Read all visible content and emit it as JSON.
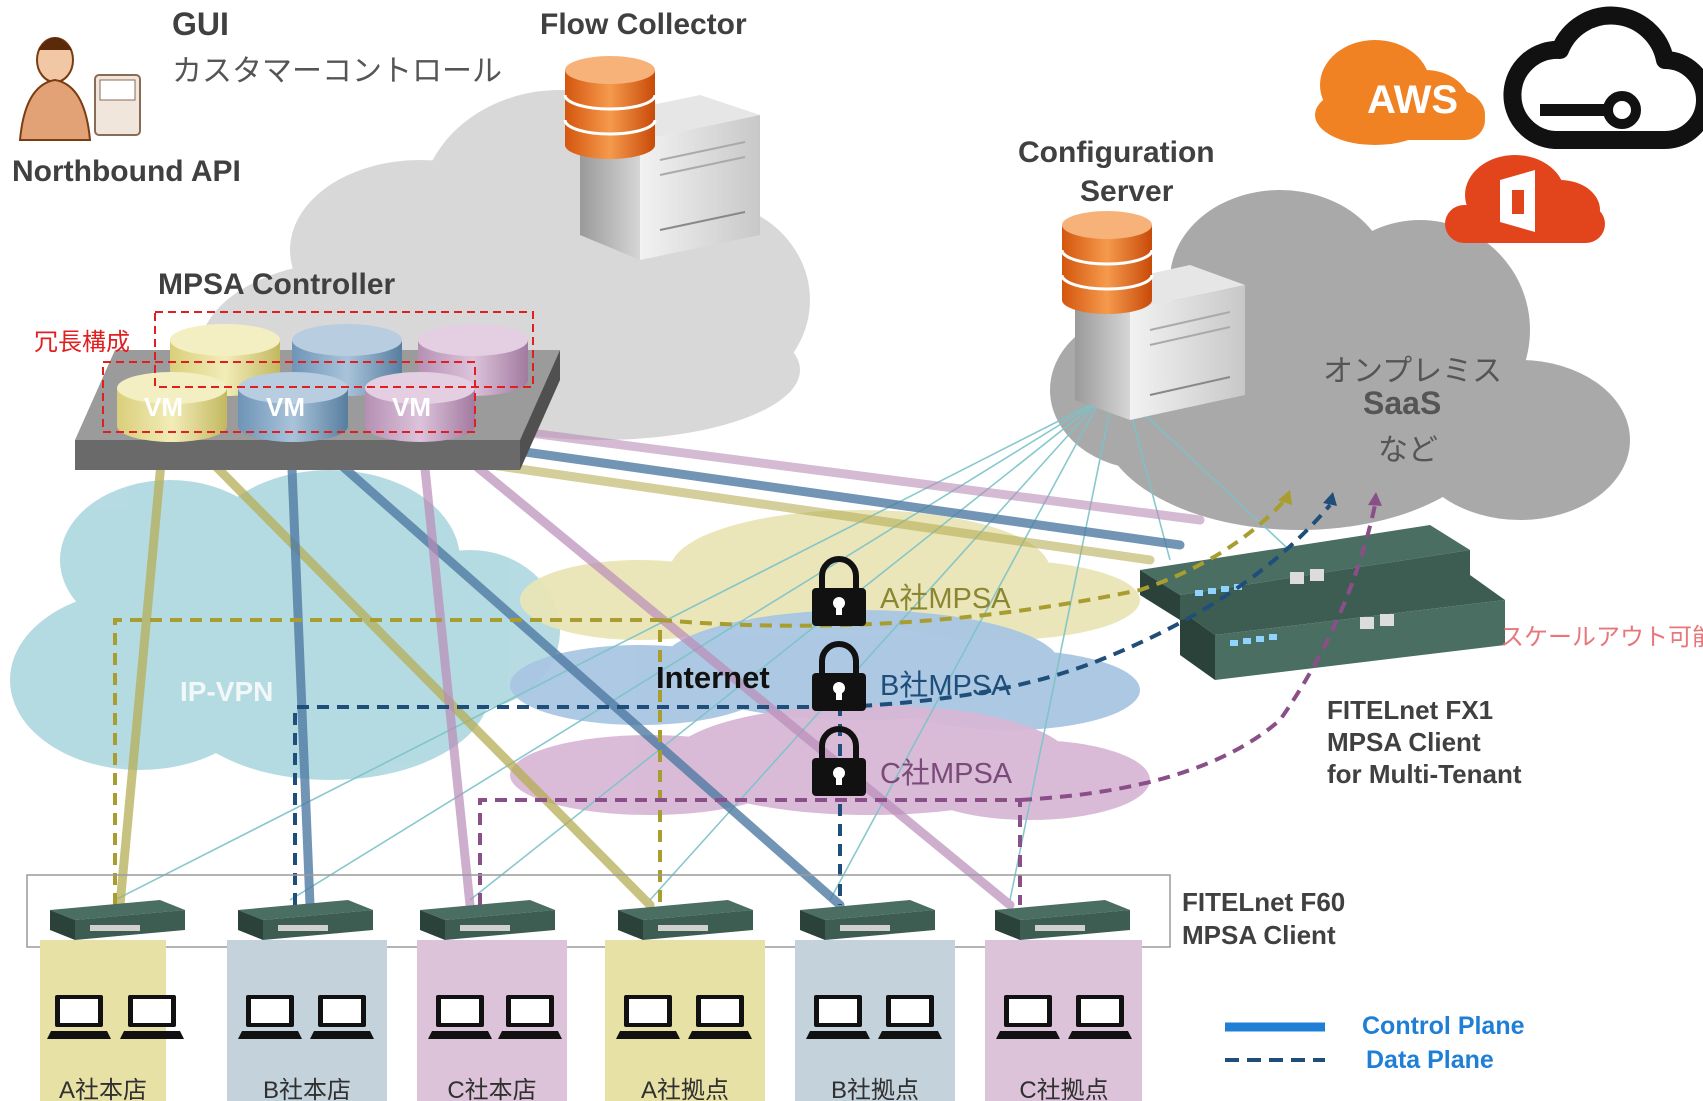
{
  "gui": {
    "title": "GUI",
    "subtitle": "カスタマーコントロール",
    "api": "Northbound API"
  },
  "flow_collector": {
    "label": "Flow Collector"
  },
  "config_server": {
    "line1": "Configuration",
    "line2": "Server"
  },
  "cloud_services": {
    "aws": "AWS"
  },
  "saas_cloud": {
    "line1": "オンプレミス",
    "line2": "SaaS",
    "line3": "など"
  },
  "controller": {
    "title": "MPSA Controller",
    "redundancy": "冗長構成",
    "vm_label": "VM"
  },
  "ipvpn": {
    "label": "IP-VPN"
  },
  "internet": {
    "label": "Internet",
    "tunnels": {
      "a": "A社MPSA",
      "b": "B社MPSA",
      "c": "C社MPSA"
    }
  },
  "fx1": {
    "line1": "FITELnet FX1",
    "line2": "MPSA Client",
    "line3": "for Multi-Tenant",
    "scale_out": "スケールアウト可能"
  },
  "f60": {
    "line1": "FITELnet F60",
    "line2": "MPSA Client"
  },
  "sites": [
    {
      "label": "A社本店",
      "color": "#e7e1a6"
    },
    {
      "label": "B社本店",
      "color": "#c4d2dc"
    },
    {
      "label": "C社本店",
      "color": "#dcc3da"
    },
    {
      "label": "A社拠点",
      "color": "#e7e1a6"
    },
    {
      "label": "B社拠点",
      "color": "#c4d2dc"
    },
    {
      "label": "C社拠点",
      "color": "#dcc3da"
    }
  ],
  "legend": {
    "control": "Control Plane",
    "data": "Data Plane"
  },
  "colors": {
    "tenant_a": "#b5ad56",
    "tenant_b": "#4f7ba3",
    "tenant_c": "#b98cb8",
    "config_lines": "#7cc3c8",
    "legend_blue": "#1f7fd6",
    "redundancy_red": "#e02020"
  }
}
